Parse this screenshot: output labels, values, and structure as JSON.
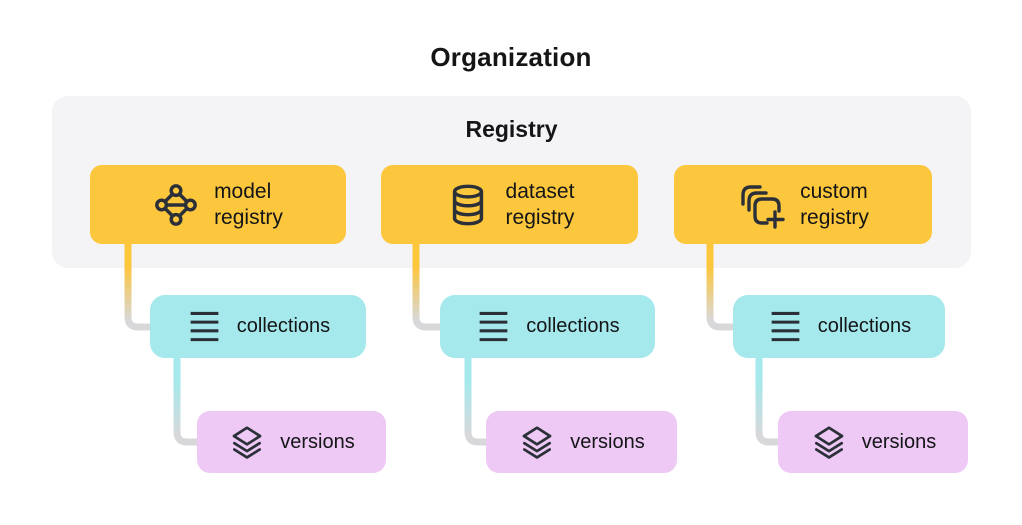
{
  "title": "Organization",
  "panel": {
    "title": "Registry"
  },
  "colors": {
    "registry-node": "#FCC63D",
    "collection-node": "#A5E9EC",
    "version-node": "#EEC9F5",
    "panel-bg": "#F4F4F6",
    "connector": "#D8D8DB",
    "icon": "#2B3038",
    "text": "#141517",
    "background": "#FFFFFF"
  },
  "columns": [
    {
      "registry": {
        "line1": "model",
        "line2": "registry",
        "icon": "model-network-icon"
      },
      "collection": {
        "label": "collections",
        "icon": "list-lines-icon"
      },
      "version": {
        "label": "versions",
        "icon": "layers-icon"
      }
    },
    {
      "registry": {
        "line1": "dataset",
        "line2": "registry",
        "icon": "database-icon"
      },
      "collection": {
        "label": "collections",
        "icon": "list-lines-icon"
      },
      "version": {
        "label": "versions",
        "icon": "layers-icon"
      }
    },
    {
      "registry": {
        "line1": "custom",
        "line2": "registry",
        "icon": "copy-plus-icon"
      },
      "collection": {
        "label": "collections",
        "icon": "list-lines-icon"
      },
      "version": {
        "label": "versions",
        "icon": "layers-icon"
      }
    }
  ]
}
